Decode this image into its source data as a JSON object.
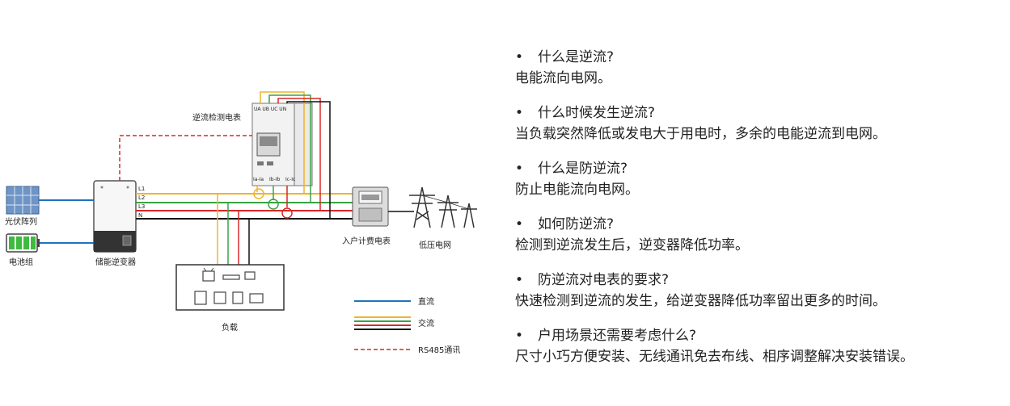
{
  "diagram": {
    "labels": {
      "solar": "光伏阵列",
      "battery": "电池组",
      "inverter": "储能逆变器",
      "detection_meter": "逆流检测电表",
      "home_meter": "入户计费电表",
      "grid": "低压电网",
      "load": "负载"
    },
    "meter_terminals_top": "UA UB UC UN",
    "meter_terminals_bottom": [
      "Ia-Ia",
      "Ib-Ib",
      "Ic-Ic"
    ],
    "line_labels": [
      "L1",
      "L2",
      "L3",
      "N"
    ],
    "legend": {
      "dc": "直流",
      "ac": "交流",
      "rs485": "RS485通讯"
    },
    "colors": {
      "dc": "#1e73be",
      "l1": "#f0b429",
      "l2": "#3aa245",
      "l3": "#d62828",
      "n": "#111111",
      "rs485": "#d62828"
    }
  },
  "faq": [
    {
      "bullet": "•",
      "question": "什么是逆流?",
      "answer": "电能流向电网。"
    },
    {
      "bullet": "•",
      "question": "什么时候发生逆流?",
      "answer": "当负载突然降低或发电大于用电时，多余的电能逆流到电网。"
    },
    {
      "bullet": "•",
      "question": "什么是防逆流?",
      "answer": "防止电能流向电网。"
    },
    {
      "bullet": "•",
      "question": "如何防逆流?",
      "answer": "检测到逆流发生后，逆变器降低功率。"
    },
    {
      "bullet": "•",
      "question": "防逆流对电表的要求?",
      "answer": "快速检测到逆流的发生，给逆变器降低功率留出更多的时间。"
    },
    {
      "bullet": "•",
      "question": "户用场景还需要考虑什么?",
      "answer": "尺寸小巧方便安装、无线通讯免去布线、相序调整解决安装错误。"
    }
  ]
}
